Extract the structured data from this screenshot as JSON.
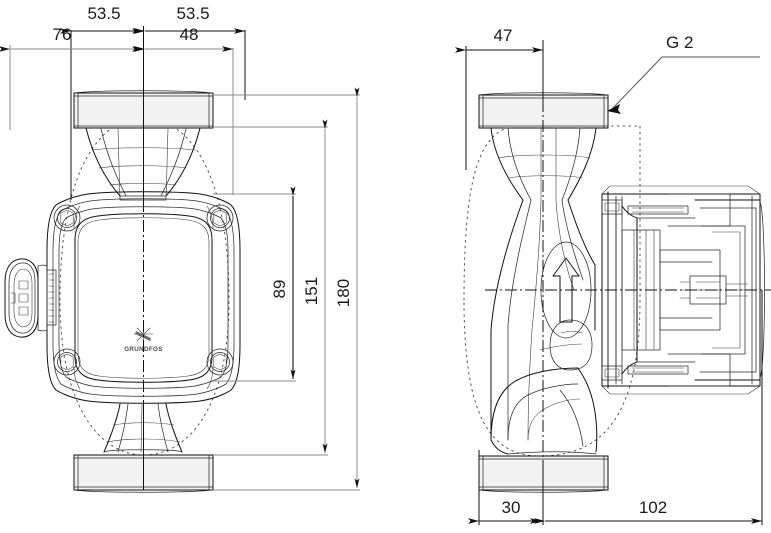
{
  "drawing": {
    "title": "Grundfos circulator pump dimensional drawing",
    "units": "mm",
    "views": [
      {
        "name": "front-view",
        "label": ""
      },
      {
        "name": "side-view",
        "label": ""
      }
    ]
  },
  "front_view": {
    "dimensions": {
      "top_left_half": "53.5",
      "top_right_half": "53.5",
      "second_left": "76",
      "second_right": "48",
      "height_inner": "89",
      "height_mid": "151",
      "height_overall": "180"
    },
    "brand_logo_text": "GRUNDFOS"
  },
  "side_view": {
    "dimensions": {
      "top_left": "47",
      "bottom_left": "30",
      "bottom_right": "102"
    },
    "callout": "G 2",
    "flow_arrow": "up-arrow-icon"
  },
  "colors": {
    "line": "#111111",
    "dimension_line": "#8d8d8d",
    "shade": "#f2f2f2",
    "background": "#ffffff"
  }
}
